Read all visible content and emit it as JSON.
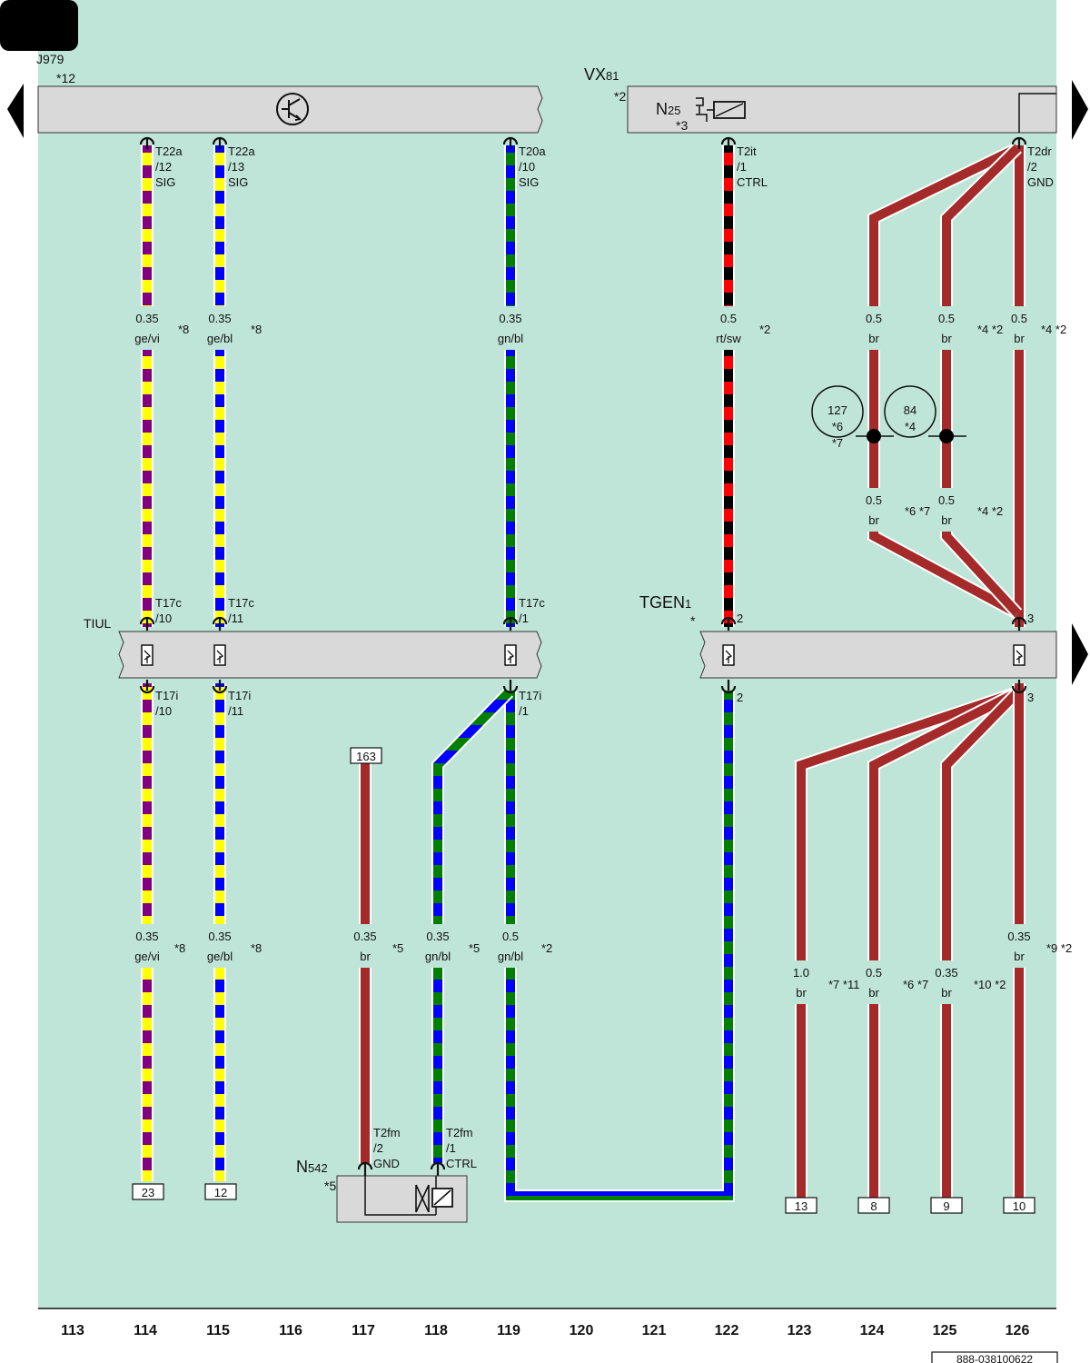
{
  "colors": {
    "background": "#bfe4d8",
    "ge": "#ffff00",
    "vi": "#800080",
    "bl": "#0000ff",
    "gn": "#008000",
    "rt": "#ff0000",
    "sw": "#000000",
    "br": "#a52a2a"
  },
  "components": {
    "J979": {
      "name": "J979",
      "note": "*12"
    },
    "VX": {
      "name": "VX",
      "sub": "81",
      "note": "*2"
    },
    "N25": {
      "name": "N",
      "sub": "25",
      "note": "*3"
    },
    "TIUL": {
      "name": "TIUL"
    },
    "TGEN": {
      "name": "TGEN",
      "sub": "1",
      "note": "*"
    },
    "N542": {
      "name": "N",
      "sub": "542",
      "note": "*5"
    }
  },
  "pins": [
    {
      "id": "p114top",
      "lines": [
        "T22a",
        "/12",
        "SIG"
      ]
    },
    {
      "id": "p115top",
      "lines": [
        "T22a",
        "/13",
        "SIG"
      ]
    },
    {
      "id": "p119top",
      "lines": [
        "T20a",
        "/10",
        "SIG"
      ]
    },
    {
      "id": "p122top",
      "lines": [
        "T2it",
        "/1",
        "CTRL"
      ]
    },
    {
      "id": "p126top",
      "lines": [
        "T2dr",
        "/2",
        "GND"
      ]
    },
    {
      "id": "p114mid",
      "lines": [
        "T17c",
        "/10"
      ]
    },
    {
      "id": "p115mid",
      "lines": [
        "T17c",
        "/11"
      ]
    },
    {
      "id": "p119mid",
      "lines": [
        "T17c",
        "/1"
      ]
    },
    {
      "id": "p122mid",
      "lines": [
        "2"
      ]
    },
    {
      "id": "p126mid",
      "lines": [
        "3"
      ]
    },
    {
      "id": "p114low",
      "lines": [
        "T17i",
        "/10"
      ]
    },
    {
      "id": "p115low",
      "lines": [
        "T17i",
        "/11"
      ]
    },
    {
      "id": "p119low",
      "lines": [
        "T17i",
        "/1"
      ]
    },
    {
      "id": "p122low",
      "lines": [
        "2"
      ]
    },
    {
      "id": "p126low",
      "lines": [
        "3"
      ]
    },
    {
      "id": "p117n",
      "lines": [
        "T2fm",
        "/2",
        "GND"
      ]
    },
    {
      "id": "p118n",
      "lines": [
        "T2fm",
        "/1",
        "CTRL"
      ]
    }
  ],
  "wire_labels": [
    {
      "size": "0.35",
      "color": "ge/vi",
      "note": "*8"
    },
    {
      "size": "0.35",
      "color": "ge/bl",
      "note": "*8"
    },
    {
      "size": "0.35",
      "color": "gn/bl",
      "note": ""
    },
    {
      "size": "0.5",
      "color": "rt/sw",
      "note": "*2"
    },
    {
      "size": "0.5",
      "color": "br",
      "note": ""
    },
    {
      "size": "0.5",
      "color": "br",
      "note": "*4 *2"
    },
    {
      "size": "0.5",
      "color": "br",
      "note": "*4 *2"
    },
    {
      "size": "0.5",
      "color": "br",
      "note": "*6 *7"
    },
    {
      "size": "0.5",
      "color": "br",
      "note": "*4 *2"
    },
    {
      "size": "0.35",
      "color": "ge/vi",
      "note": "*8"
    },
    {
      "size": "0.35",
      "color": "ge/bl",
      "note": "*8"
    },
    {
      "size": "0.35",
      "color": "br",
      "note": "*5"
    },
    {
      "size": "0.35",
      "color": "gn/bl",
      "note": "*5"
    },
    {
      "size": "0.5",
      "color": "gn/bl",
      "note": "*2"
    },
    {
      "size": "1.0",
      "color": "br",
      "note": "*7 *11"
    },
    {
      "size": "0.5",
      "color": "br",
      "note": "*6 *7"
    },
    {
      "size": "0.35",
      "color": "br",
      "note": "*10 *2"
    },
    {
      "size": "0.35",
      "color": "br",
      "note": "*9 *2"
    }
  ],
  "splices": [
    {
      "num": "127",
      "notes": [
        "*6",
        "*7"
      ]
    },
    {
      "num": "84",
      "notes": [
        "*4"
      ]
    }
  ],
  "refs": [
    "23",
    "12",
    "163",
    "13",
    "8",
    "9",
    "10"
  ],
  "columns": [
    "113",
    "114",
    "115",
    "116",
    "117",
    "118",
    "119",
    "120",
    "121",
    "122",
    "123",
    "124",
    "125",
    "126"
  ],
  "doc_number": "888-038100622"
}
